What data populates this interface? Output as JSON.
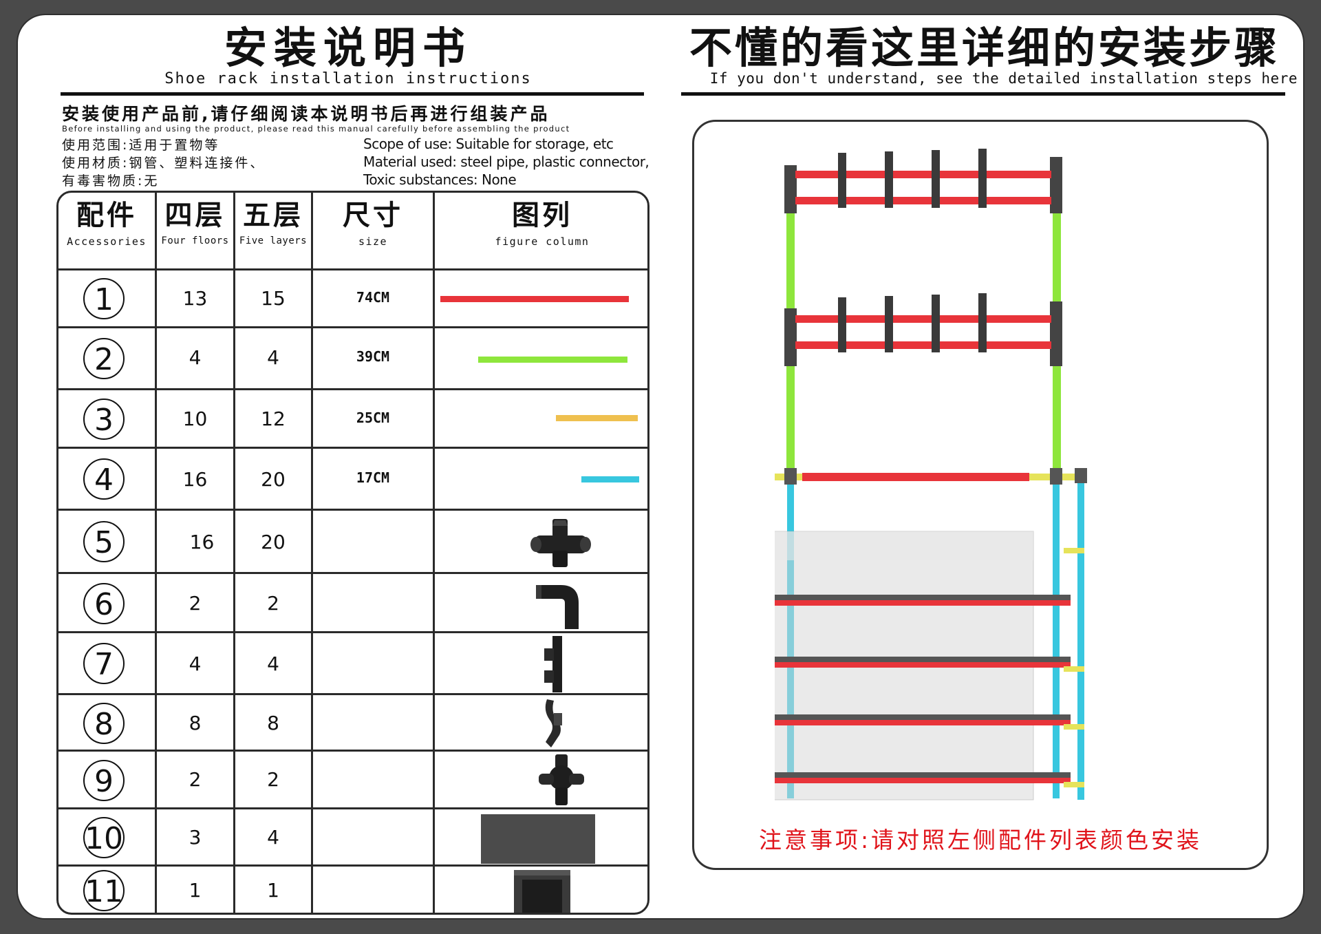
{
  "header": {
    "title_left": "安装说明书",
    "subtitle_left": "Shoe rack installation instructions",
    "title_right": "不懂的看这里详细的安装步骤",
    "subtitle_right": "If you don't understand, see the detailed installation steps here"
  },
  "intro": {
    "notice_cn": "安装使用产品前,请仔细阅读本说明书后再进行组装产品",
    "notice_en": "Before installing and using the product, please read this manual carefully before assembling the product",
    "scope_cn": "使用范围:适用于置物等",
    "material_cn": "使用材质:钢管、塑料连接件、",
    "toxic_cn": "有毒害物质:无",
    "scope_en": "Scope of use: Suitable for storage, etc",
    "material_en": "Material used: steel pipe, plastic connector,",
    "toxic_en": "Toxic substances: None"
  },
  "table": {
    "headers": [
      {
        "cn": "配件",
        "en": "Accessories"
      },
      {
        "cn": "四层",
        "en": "Four floors"
      },
      {
        "cn": "五层",
        "en": "Five layers"
      },
      {
        "cn": "尺寸",
        "en": "size"
      },
      {
        "cn": "图列",
        "en": "figure column"
      }
    ],
    "rows": [
      {
        "no": "1",
        "four": "13",
        "five": "15",
        "size": "74CM",
        "figure": "red-pipe",
        "color": "#e8343a"
      },
      {
        "no": "2",
        "four": "4",
        "five": "4",
        "size": "39CM",
        "figure": "green-pipe",
        "color": "#8ee63c"
      },
      {
        "no": "3",
        "four": "10",
        "five": "12",
        "size": "25CM",
        "figure": "yellow-pipe",
        "color": "#efc04f"
      },
      {
        "no": "4",
        "four": "16",
        "five": "20",
        "size": "17CM",
        "figure": "cyan-pipe",
        "color": "#38c7df"
      },
      {
        "no": "5",
        "four": "16",
        "five": "20",
        "size": "",
        "figure": "four-way-connector-icon"
      },
      {
        "no": "6",
        "four": "2",
        "five": "2",
        "size": "",
        "figure": "elbow-connector-icon"
      },
      {
        "no": "7",
        "four": "4",
        "five": "4",
        "size": "",
        "figure": "t-hook-connector-icon"
      },
      {
        "no": "8",
        "four": "8",
        "five": "8",
        "size": "",
        "figure": "hook-icon"
      },
      {
        "no": "9",
        "four": "2",
        "five": "2",
        "size": "",
        "figure": "three-way-connector-icon"
      },
      {
        "no": "10",
        "four": "3",
        "five": "4",
        "size": "",
        "figure": "shelf-cloth-icon"
      },
      {
        "no": "11",
        "four": "1",
        "five": "1",
        "size": "",
        "figure": "dust-cover-icon"
      }
    ]
  },
  "note": "注意事项:请对照左侧配件列表颜色安装"
}
